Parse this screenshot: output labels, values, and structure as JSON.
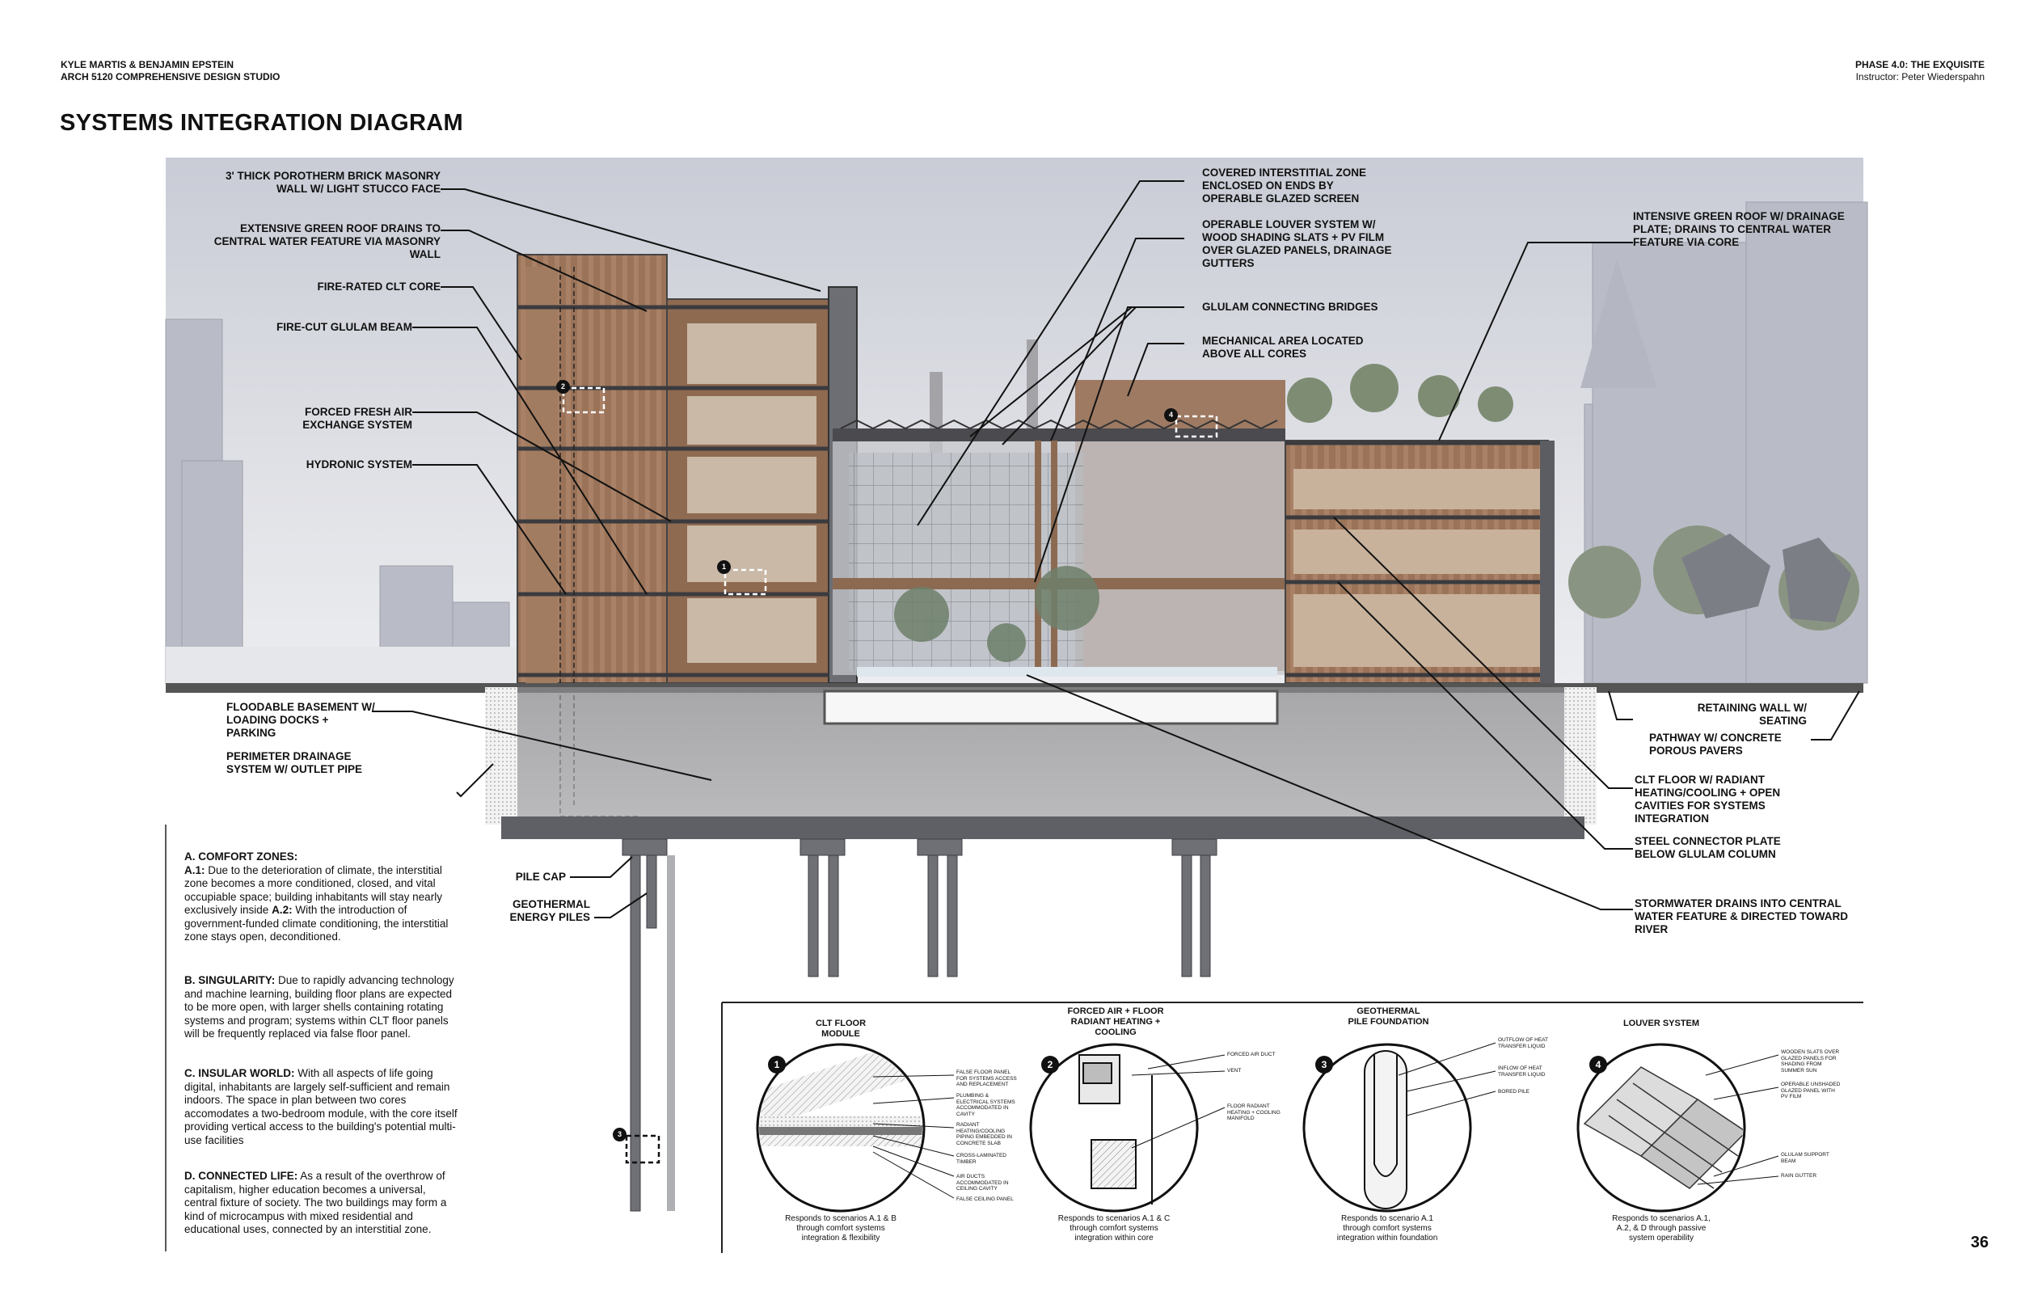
{
  "header": {
    "authors": "KYLE MARTIS & BENJAMIN EPSTEIN",
    "course": "ARCH 5120 COMPREHENSIVE DESIGN STUDIO",
    "phase": "PHASE 4.0: THE EXQUISITE",
    "instructor": "Instructor: Peter Wiederspahn"
  },
  "title": "SYSTEMS INTEGRATION DIAGRAM",
  "page_number": "36",
  "callouts_left": {
    "brick_wall": "3' THICK POROTHERM BRICK MASONRY WALL W/ LIGHT STUCCO FACE",
    "green_roof_drains": "EXTENSIVE GREEN ROOF DRAINS TO CENTRAL WATER FEATURE VIA MASONRY WALL",
    "clt_core": "FIRE-RATED CLT CORE",
    "glulam_beam": "FIRE-CUT GLULAM BEAM",
    "fresh_air": "FORCED FRESH AIR EXCHANGE SYSTEM",
    "hydronic": "HYDRONIC SYSTEM",
    "basement": "FLOODABLE BASEMENT W/ LOADING DOCKS + PARKING",
    "drainage": "PERIMETER DRAINAGE SYSTEM W/ OUTLET PIPE",
    "pile_cap": "PILE CAP",
    "geothermal": "GEOTHERMAL ENERGY PILES"
  },
  "callouts_center": {
    "interstitial": "COVERED INTERSTITIAL ZONE ENCLOSED ON ENDS BY OPERABLE GLAZED SCREEN",
    "louver": "OPERABLE LOUVER SYSTEM W/ WOOD SHADING SLATS + PV FILM OVER GLAZED PANELS, DRAINAGE GUTTERS",
    "bridges": "GLULAM CONNECTING BRIDGES",
    "mechanical": "MECHANICAL AREA LOCATED ABOVE ALL CORES"
  },
  "callouts_right": {
    "intensive_roof": "INTENSIVE GREEN ROOF W/ DRAINAGE PLATE; DRAINS TO CENTRAL WATER FEATURE VIA CORE",
    "retaining_wall": "RETAINING WALL W/ SEATING",
    "pathway": "PATHWAY W/ CONCRETE POROUS PAVERS",
    "clt_floor": "CLT FLOOR W/ RADIANT HEATING/COOLING + OPEN CAVITIES FOR SYSTEMS INTEGRATION",
    "steel_plate": "STEEL CONNECTOR PLATE BELOW GLULAM COLUMN",
    "stormwater": "STORMWATER DRAINS INTO CENTRAL WATER FEATURE & DIRECTED TOWARD RIVER"
  },
  "scenarios": [
    {
      "heading": "A. COMFORT ZONES:",
      "sub1": "A.1:",
      "text1": "Due to the deterioration of climate, the interstitial zone becomes a more conditioned, closed, and vital occupiable space; building inhabitants will stay nearly exclusively inside",
      "sub2": "A.2:",
      "text2": "With the introduction of government-funded climate conditioning, the interstitial zone stays open, deconditioned."
    },
    {
      "heading": "B. SINGULARITY:",
      "text": "Due to rapidly advancing technology and machine learning, building floor plans are expected to be more open, with larger shells containing rotating systems and program; systems within CLT floor panels will be frequently replaced via false floor panel."
    },
    {
      "heading": "C. INSULAR WORLD:",
      "text": "With all aspects of life going digital, inhabitants are largely self-sufficient and remain indoors. The space in plan between two cores accomodates a two-bedroom module, with the core itself providing vertical access to the building's potential multi-use facilities"
    },
    {
      "heading": "D. CONNECTED LIFE:",
      "text": "As a result of the overthrow of capitalism, higher education becomes a universal, central fixture of society. The two buildings may form a kind of microcampus with mixed residential and educational uses, connected by an interstitial zone."
    }
  ],
  "details": [
    {
      "num": "1",
      "title": "CLT FLOOR MODULE",
      "caption": "Responds to scenarios A.1 & B through comfort systems integration & flexibility",
      "notes": [
        "FALSE FLOOR PANEL FOR SYSTEMS ACCESS AND REPLACEMENT",
        "PLUMBING & ELECTRICAL SYSTEMS ACCOMMODATED IN CAVITY",
        "RADIANT HEATING/COOLING PIPING EMBEDDED IN CONCRETE SLAB",
        "CROSS-LAMINATED TIMBER",
        "AIR DUCTS ACCOMMODATED IN CEILING CAVITY",
        "FALSE CEILING PANEL"
      ]
    },
    {
      "num": "2",
      "title": "FORCED AIR + FLOOR RADIANT HEATING + COOLING",
      "caption": "Responds to scenarios A.1 & C through comfort systems integration within core",
      "notes": [
        "FORCED AIR DUCT",
        "VENT",
        "FLOOR RADIANT HEATING + COOLING MANIFOLD"
      ]
    },
    {
      "num": "3",
      "title": "GEOTHERMAL PILE FOUNDATION",
      "caption": "Responds to scenario A.1 through comfort systems integration within foundation",
      "notes": [
        "OUTFLOW OF HEAT TRANSFER LIQUID",
        "INFLOW OF HEAT TRANSFER LIQUID",
        "BORED PILE"
      ]
    },
    {
      "num": "4",
      "title": "LOUVER SYSTEM",
      "caption": "Responds to scenarios A.1, A.2, & D through passive system operability",
      "notes": [
        "WOODEN SLATS OVER GLAZED PANELS FOR SHADING FROM SUMMER SUN",
        "OPERABLE UNSHADED GLAZED PANEL WITH PV FILM",
        "GLULAM SUPPORT BEAM",
        "RAIN GUTTER"
      ]
    }
  ],
  "markers": [
    "1",
    "2",
    "3",
    "4"
  ]
}
